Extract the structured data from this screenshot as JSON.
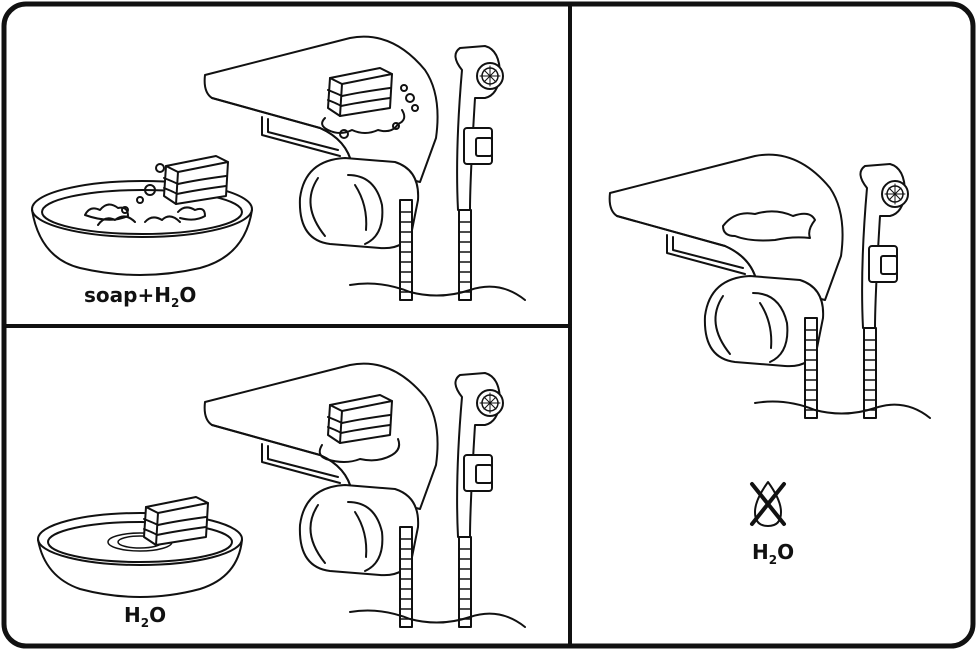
{
  "panels": [
    {
      "id": "soap-water",
      "label": {
        "main": "soap+H",
        "sub": "2",
        "tail": "O"
      }
    },
    {
      "id": "water-only",
      "label": {
        "main": "H",
        "sub": "2",
        "tail": "O"
      }
    },
    {
      "id": "dry-wipe",
      "label": {
        "main": "H",
        "sub": "2",
        "tail": "O"
      },
      "icon": "no-water-icon"
    }
  ],
  "colors": {
    "ink": "#111111",
    "background": "#ffffff"
  }
}
